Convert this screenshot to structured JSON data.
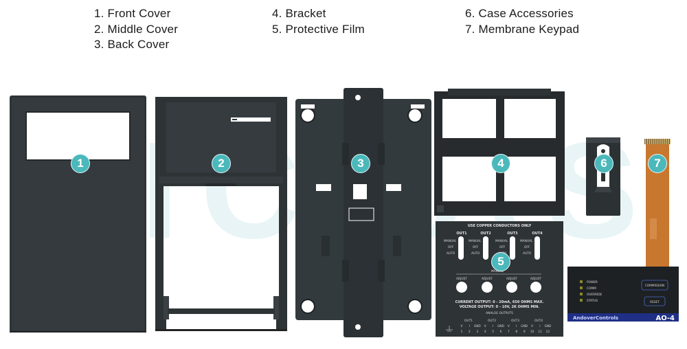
{
  "legend": {
    "col1": [
      "1. Front Cover",
      "2. Middle Cover",
      "3. Back Cover"
    ],
    "col2": [
      "4. Bracket",
      "5. Protective Film"
    ],
    "col3": [
      "6. Case Accessories",
      "7. Membrane Keypad"
    ]
  },
  "watermark": "VICPAS",
  "badges": [
    "1",
    "2",
    "3",
    "4",
    "5",
    "6",
    "7"
  ],
  "film": {
    "header": "USE COPPER CONDUCTORS ONLY",
    "outputs": [
      "OUT1",
      "OUT2",
      "OUT3",
      "OUT4"
    ],
    "modes": [
      "MANUAL",
      "OFF",
      "AUTO"
    ],
    "manual_label": "MANUAL",
    "adjust": [
      "ADJUST",
      "ADJUST",
      "ADJUST",
      "ADJUST"
    ],
    "current_output": "CURRENT OUTPUT:  0 - 20mA, 650 OHMS MAX.",
    "voltage_output": "VOLTAGE OUTPUT:  0 - 10V, 2K OHMS MIN.",
    "analog_outputs": "ANALOG OUTPUTS",
    "terminal_groups": [
      "OUT1",
      "OUT2",
      "OUT3",
      "OUT4"
    ],
    "terminal_labels": [
      "V",
      "I",
      "GND",
      "V",
      "I",
      "GND",
      "V",
      "I",
      "GND",
      "V",
      "I",
      "GND"
    ],
    "terminal_numbers": [
      "1",
      "2",
      "3",
      "4",
      "5",
      "6",
      "7",
      "8",
      "9",
      "10",
      "11",
      "12"
    ]
  },
  "keypad": {
    "status_items": [
      "POWER",
      "COMM",
      "OVERRIDE",
      "STATUS"
    ],
    "commission": "COMMISSION",
    "reset": "RESET",
    "brand": "AndoverControls",
    "model": "AO-4"
  },
  "colors": {
    "plastic_dark": "#2e3336",
    "plastic_mid": "#3a4043",
    "badge": "#4bb8bb",
    "keypad_band": "#1f2f86",
    "flex_cable": "#c8772f"
  }
}
